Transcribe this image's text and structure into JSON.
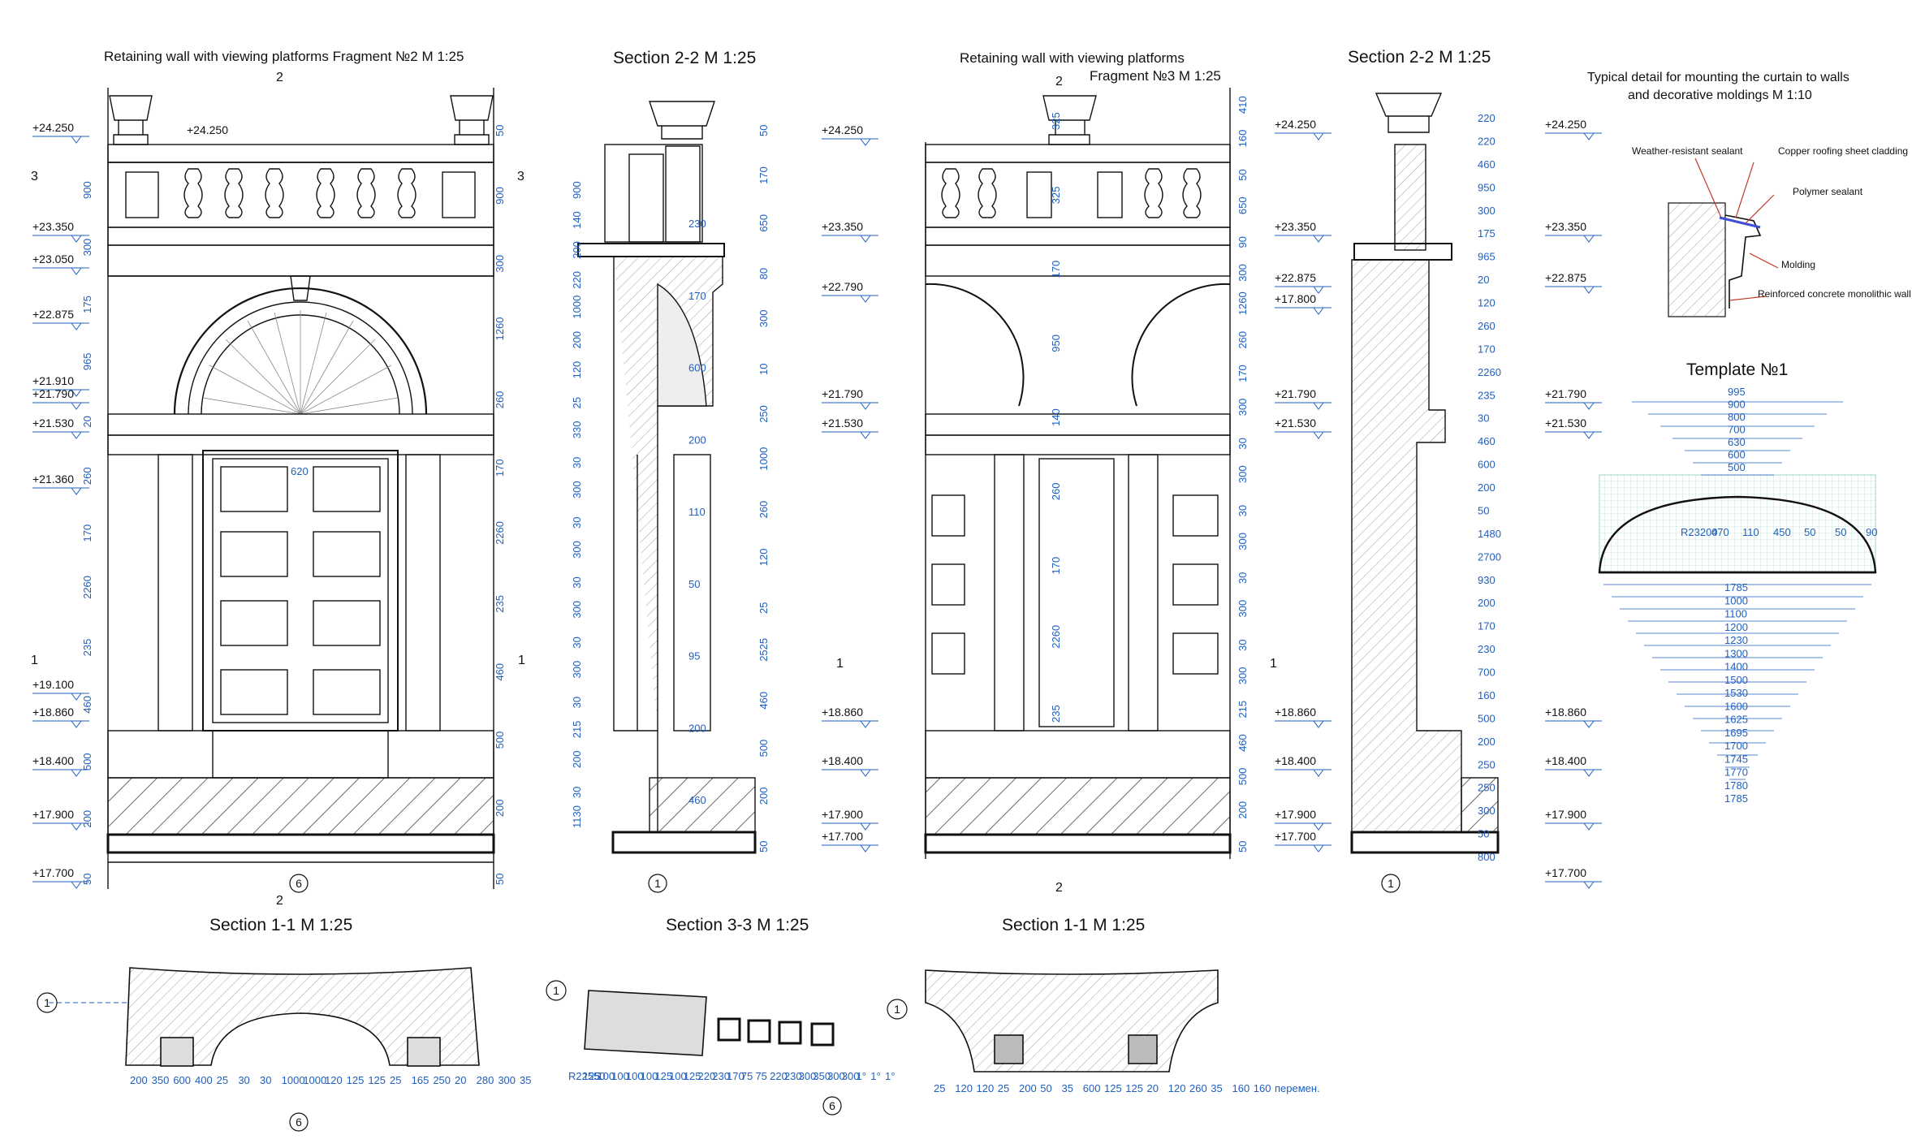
{
  "colors": {
    "line": "#111111",
    "dimension": "#1f5fbf",
    "grid": "#9fd3c7",
    "hatch": "#444444",
    "leader": "#c0392b"
  },
  "titles": {
    "frag2": "Retaining wall with viewing platforms Fragment №2 M 1:25",
    "sec22a": "Section   2-2 M 1:25",
    "frag3_l1": "Retaining wall with viewing platforms",
    "frag3_l2": "Fragment №3 M 1:25",
    "sec22b": "Section   2-2 M 1:25",
    "detail_l1": "Typical detail for mounting the curtain to walls",
    "detail_l2": "and decorative moldings  M 1:10",
    "template": "Template №1",
    "sec11a": "Section  1-1 M 1:25",
    "sec33": "Section  3-3 M 1:25",
    "sec11b": "Section  1-1 M 1:25"
  },
  "markers": {
    "n1": "1",
    "n2": "2",
    "n3": "3",
    "n6": "6"
  },
  "levels_left": [
    "+24.250",
    "+23.350",
    "+23.050",
    "+22.875",
    "+21.910",
    "+21.790",
    "+21.530",
    "+21.360",
    "+19.100",
    "+18.860",
    "+18.400",
    "+17.900",
    "+17.700"
  ],
  "level_inner": "+24.250",
  "levels_sec22a": [
    "+24.250",
    "+23.350",
    "+22.790",
    "+21.790",
    "+21.530",
    "+18.860",
    "+18.400",
    "+17.900",
    "+17.700"
  ],
  "levels_frag3": [
    "+24.250",
    "+23.350",
    "+22.875",
    "+17.800",
    "+21.790",
    "+21.530",
    "+18.860",
    "+18.400",
    "+17.900",
    "+17.700"
  ],
  "levels_sec22b": [
    "+24.250",
    "+23.350",
    "+22.875",
    "+21.790",
    "+21.530",
    "+18.860",
    "+18.400",
    "+17.900",
    "+17.700"
  ],
  "dims_frag2_left": [
    "900",
    "300",
    "175",
    "965",
    "20",
    "260",
    "170",
    "2260",
    "235",
    "460",
    "500",
    "200",
    "50"
  ],
  "dims_frag2_right": [
    "50",
    "900",
    "300",
    "1260",
    "260",
    "170",
    "2260",
    "235",
    "460",
    "500",
    "200",
    "50"
  ],
  "dim_620": "620",
  "dims_sec22a_left": [
    "900",
    "140",
    "200",
    "220",
    "1000",
    "200",
    "120",
    "25",
    "330",
    "30",
    "300",
    "30",
    "300",
    "30",
    "300",
    "30",
    "300",
    "30",
    "215",
    "200",
    "30",
    "1130"
  ],
  "dims_sec22a_right": [
    "50",
    "170",
    "650",
    "80",
    "300",
    "10",
    "250",
    "1000",
    "260",
    "120",
    "25",
    "2525",
    "460",
    "500",
    "200",
    "50"
  ],
  "dims_sec22a_inner": [
    "230",
    "170",
    "600",
    "200",
    "110",
    "50",
    "95",
    "200",
    "460"
  ],
  "dims_frag3_inner": [
    "325",
    "325",
    "170",
    "950",
    "140",
    "260",
    "170",
    "2260",
    "235"
  ],
  "dims_frag3_right": [
    "410",
    "160",
    "50",
    "650",
    "90",
    "300",
    "1260",
    "260",
    "170",
    "300",
    "30",
    "300",
    "30",
    "300",
    "30",
    "300",
    "30",
    "300",
    "215",
    "460",
    "500",
    "200",
    "50"
  ],
  "dims_sec22b": [
    "220",
    "220",
    "460",
    "950",
    "300",
    "175",
    "965",
    "20",
    "120",
    "260",
    "170",
    "2260",
    "235",
    "30",
    "460",
    "600",
    "200",
    "50",
    "1480",
    "2700",
    "930",
    "200",
    "170",
    "230",
    "700",
    "160",
    "500",
    "200",
    "250",
    "250",
    "300",
    "50",
    "800"
  ],
  "detail_notes": [
    "Weather-resistant sealant",
    "Copper roofing sheet cladding",
    "Polymer sealant",
    "Molding",
    "Reinforced concrete monolithic wall"
  ],
  "template_top": [
    "995",
    "900",
    "800",
    "700",
    "630",
    "600",
    "500"
  ],
  "template_mid": [
    "R23200",
    "470",
    "110",
    "450",
    "50",
    "50",
    "90"
  ],
  "template_bottom": [
    "1785",
    "1000",
    "1100",
    "1200",
    "1230",
    "1300",
    "1400",
    "1500",
    "1530",
    "1600",
    "1625",
    "1695",
    "1700",
    "1745",
    "1770",
    "1780",
    "1785"
  ],
  "dims_sec11a": [
    "200",
    "350",
    "600",
    "400",
    "25",
    "30",
    "30",
    "1000",
    "1000",
    "120",
    "125",
    "125",
    "25",
    "165",
    "250",
    "20",
    "280",
    "300",
    "35"
  ],
  "dims_sec33": [
    "R22550",
    "125",
    "100",
    "100",
    "100",
    "100",
    "125",
    "100",
    "125",
    "220",
    "230",
    "170",
    "75",
    "75",
    "220",
    "230",
    "300",
    "350",
    "300",
    "300",
    "1°",
    "1°",
    "1°"
  ],
  "dims_sec11b": [
    "25",
    "120",
    "120",
    "25",
    "200",
    "50",
    "35",
    "600",
    "125",
    "125",
    "20",
    "120",
    "260",
    "35",
    "160",
    "160",
    "перемен."
  ]
}
